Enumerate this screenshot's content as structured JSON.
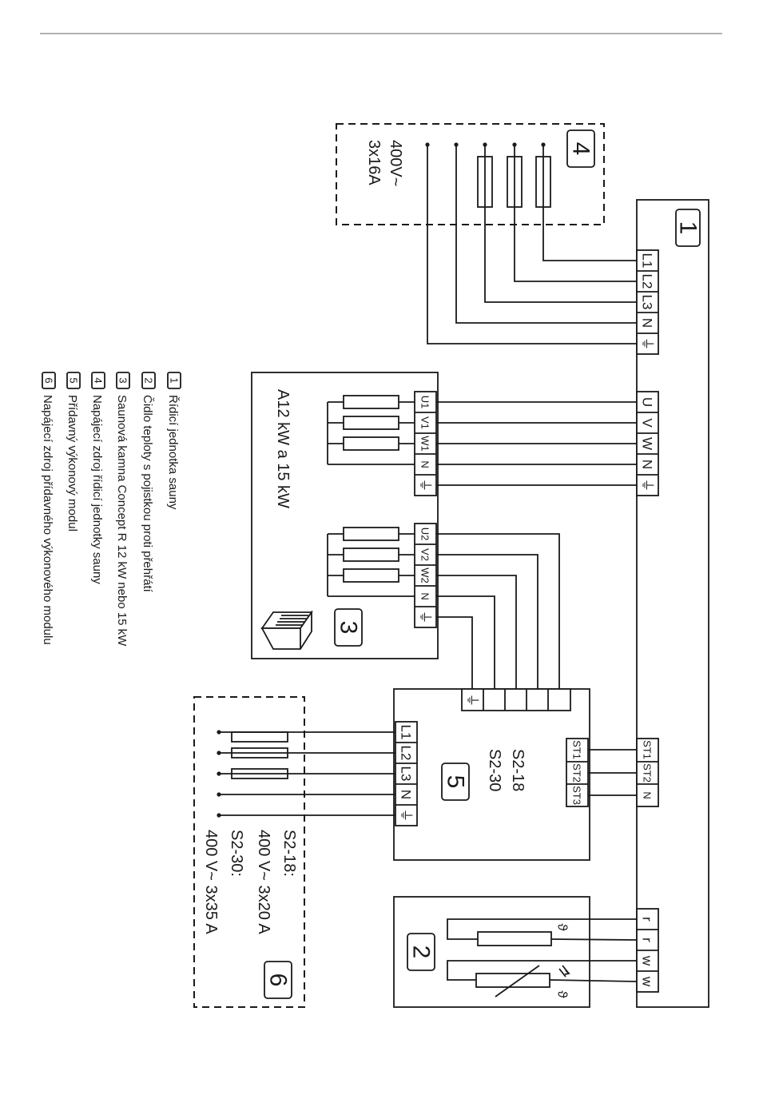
{
  "modules": {
    "m1": "1",
    "m2": "2",
    "m3": "3",
    "m4": "4",
    "m5": "5",
    "m6": "6"
  },
  "control_unit_terminals": {
    "power": [
      "L1",
      "L2",
      "L3",
      "N",
      "⏚"
    ],
    "heater": [
      "U",
      "V",
      "W",
      "N",
      "⏚"
    ],
    "st": [
      "ST1",
      "ST2",
      "N"
    ],
    "sensor": [
      "r",
      "r",
      "w",
      "w"
    ]
  },
  "supply4": {
    "line1": "400V~",
    "line2": "3x16A"
  },
  "heater3": {
    "title": "A12 kW a 15 kW",
    "group1": [
      "U1",
      "V1",
      "W1",
      "N",
      "⏚"
    ],
    "group2": [
      "U2",
      "V2",
      "W2",
      "N",
      "⏚"
    ]
  },
  "module5": {
    "model1": "S2-18",
    "model2": "S2-30",
    "left_terminals": [
      "L1",
      "L2",
      "L3",
      "N",
      "⏚"
    ],
    "right_terminals": [
      "ST1",
      "ST2",
      "ST3"
    ],
    "top_terminal": "⏚"
  },
  "supply6": {
    "l1": "S2-18:",
    "l2": "400 V~ 3x20 A",
    "l3": "S2-30:",
    "l4": "400 V~ 3x35 A"
  },
  "sensor2": {
    "theta": "ϑ"
  },
  "legend": [
    {
      "num": "1",
      "text": "Řídicí jednotka sauny"
    },
    {
      "num": "2",
      "text": "Čidlo teploty s pojistkou proti přehřátí"
    },
    {
      "num": "3",
      "text": "Saunová kamna Concept R 12 kW nebo 15 kW"
    },
    {
      "num": "4",
      "text": "Napájecí zdroj řídicí jednotky sauny"
    },
    {
      "num": "5",
      "text": "Přídavný výkonový modul"
    },
    {
      "num": "6",
      "text": "Napájecí zdroj přídavného výkonového modulu"
    }
  ]
}
